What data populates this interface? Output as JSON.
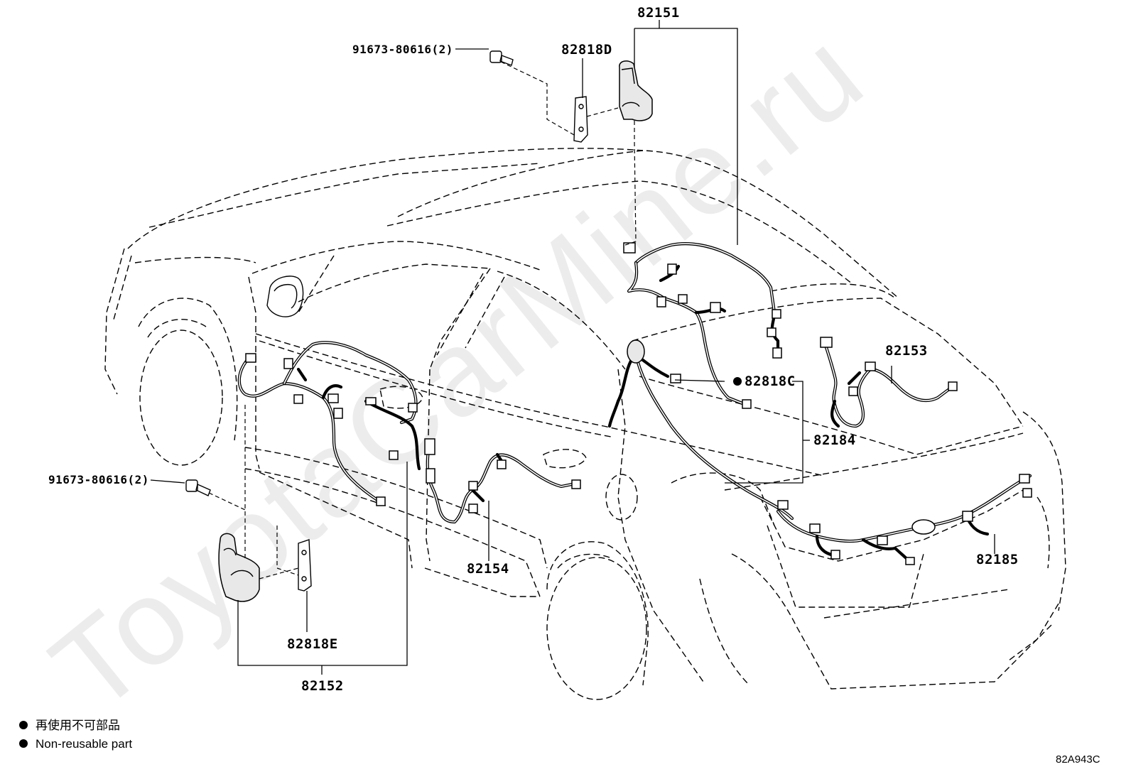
{
  "diagram": {
    "watermark": "ToyotaCarMine.ru",
    "figure_code": "82A943C",
    "callouts": {
      "p82151": "82151",
      "p82818D": "82818D",
      "p91673_top": "91673-80616(2)",
      "p82818C": "82818C",
      "p82153": "82153",
      "p82184": "82184",
      "p91673_left": "91673-80616(2)",
      "p82154": "82154",
      "p82185": "82185",
      "p82818E": "82818E",
      "p82152": "82152"
    },
    "legend": {
      "line1": "再使用不可部品",
      "line2": "Non-reusable part"
    }
  }
}
